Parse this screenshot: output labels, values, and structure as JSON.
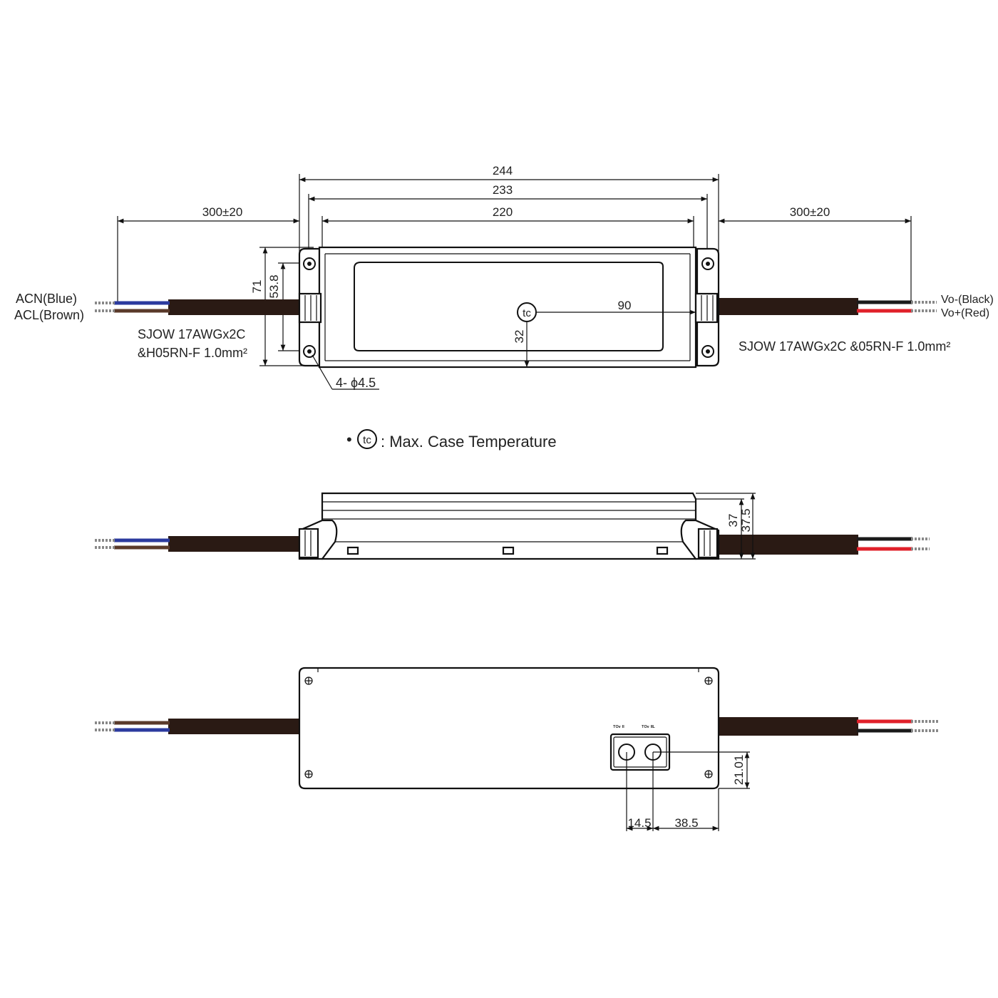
{
  "top_view": {
    "dim_overall_length": "244",
    "dim_mount_pitch": "233",
    "dim_body_length": "220",
    "dim_lead_left": "300±20",
    "dim_lead_right": "300±20",
    "dim_height": "71",
    "dim_mount_height": "53.8",
    "dim_tc_x": "90",
    "dim_tc_y": "32",
    "tc_symbol": "tc",
    "hole_spec": "4- ϕ4.5",
    "input_wire_1": "ACN(Blue)",
    "input_wire_2": "ACL(Brown)",
    "output_wire_1": "Vo-(Black)",
    "output_wire_2": "Vo+(Red)",
    "input_cable_line1": "SJOW 17AWGx2C",
    "input_cable_line2": "&H05RN-F 1.0mm²",
    "output_cable": "SJOW 17AWGx2C &05RN-F 1.0mm²"
  },
  "legend": {
    "bullet": "•",
    "symbol": "tc",
    "text": ": Max. Case Temperature"
  },
  "side_view": {
    "dim_body_height": "37",
    "dim_total_height": "37.5"
  },
  "bottom_view": {
    "pot_label_1": "ᵀᴼᵛ ᴵᴵ",
    "pot_label_2": "ᵀᴼᵛ ᴵᴵᴸ",
    "dim_pot_spacing": "14.5",
    "dim_pot_offset": "38.5",
    "dim_pot_height": "21.01"
  },
  "colors": {
    "blue_wire": "#2b3a9e",
    "brown_wire": "#5a3a2a",
    "red_wire": "#e0202a",
    "black_wire": "#1a1a1a",
    "cable_jacket": "#2a1a14"
  }
}
